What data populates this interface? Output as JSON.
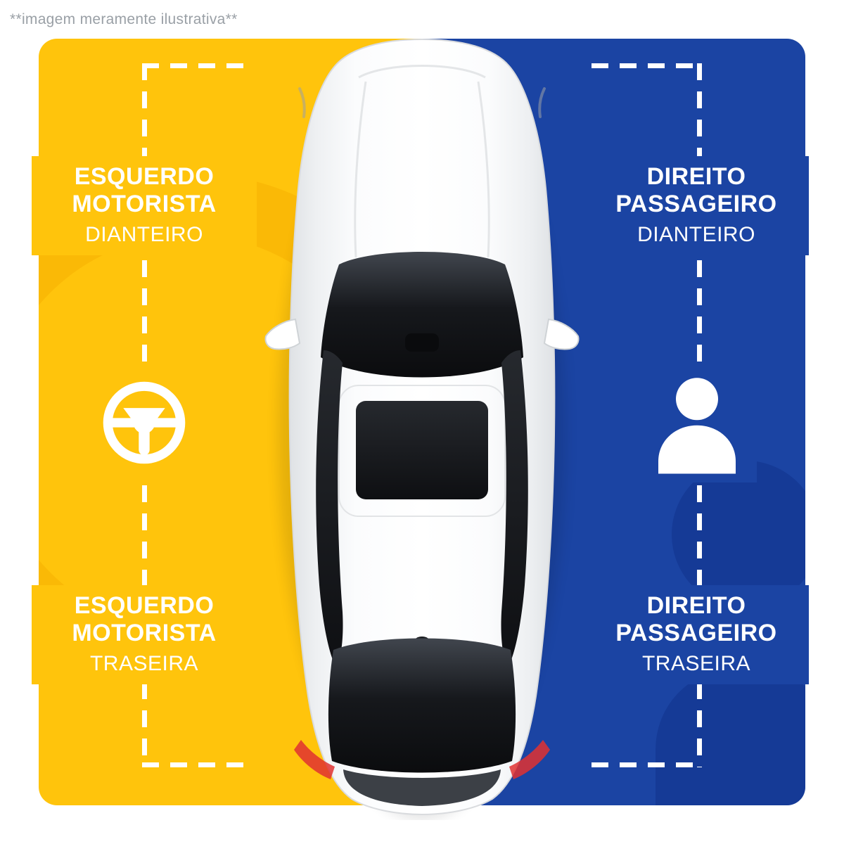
{
  "disclaimer": {
    "text": "**imagem meramente ilustrativa**"
  },
  "panels": {
    "driver": {
      "color": "#FFC40C",
      "watermark_color": "#F6AC00",
      "icon": "steering-wheel-icon"
    },
    "passenger": {
      "color": "#1B44A3",
      "watermark_color": "#10308A",
      "icon": "person-icon"
    }
  },
  "labels": {
    "front_left": {
      "line1": "ESQUERDO",
      "line2": "MOTORISTA",
      "line3": "DIANTEIRO"
    },
    "front_right": {
      "line1": "DIREITO",
      "line2": "PASSAGEIRO",
      "line3": "DIANTEIRO"
    },
    "rear_left": {
      "line1": "ESQUERDO",
      "line2": "MOTORISTA",
      "line3": "TRASEIRA"
    },
    "rear_right": {
      "line1": "DIREITO",
      "line2": "PASSAGEIRO",
      "line3": "TRASEIRA"
    }
  },
  "vehicle": {
    "name": "car-top-view",
    "body_color": "#FFFFFF",
    "glass_color": "#14161A"
  },
  "text_color": "#FFFFFF"
}
